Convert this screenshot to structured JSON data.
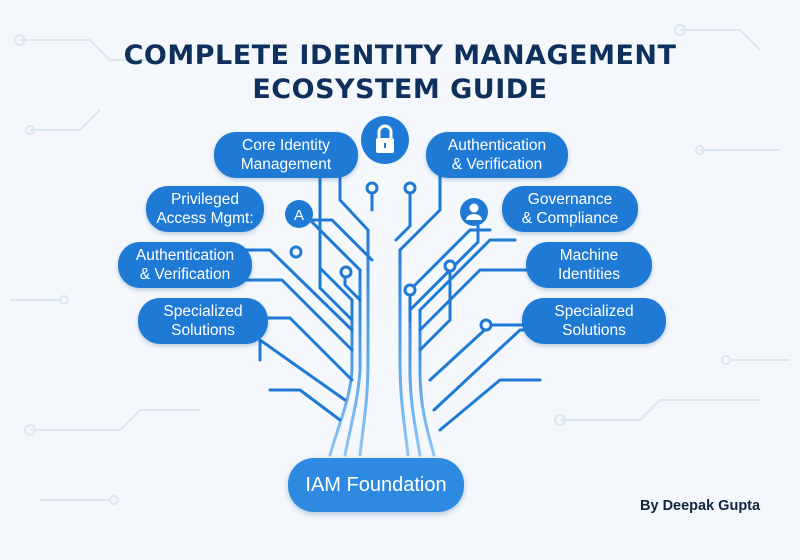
{
  "title_line1": "COMPLETE IDENTITY MANAGEMENT",
  "title_line2": "ECOSYSTEM GUIDE",
  "nodes": {
    "core_identity": {
      "line1": "Core Identity",
      "line2": "Management"
    },
    "auth_top": {
      "line1": "Authentication",
      "line2": "& Verification"
    },
    "privileged": {
      "line1": "Privileged",
      "line2": "Access Mgmt:"
    },
    "governance": {
      "line1": "Governance",
      "line2": "& Compliance"
    },
    "auth_left": {
      "line1": "Authentication",
      "line2": "& Verification"
    },
    "machine": {
      "line1": "Machine",
      "line2": "Identities"
    },
    "specialized_left": {
      "line1": "Specialized",
      "line2": "Solutions"
    },
    "specialized_right": {
      "line1": "Specialized",
      "line2": "Solutions"
    }
  },
  "icons": {
    "top": "lock-icon",
    "left": "user-a-icon",
    "right": "user-icon"
  },
  "foundation": "IAM Foundation",
  "byline": "By Deepak Gupta",
  "colors": {
    "brand_blue": "#1f7ad6",
    "title_navy": "#0f2f5c",
    "background": "#f4f8fc"
  }
}
